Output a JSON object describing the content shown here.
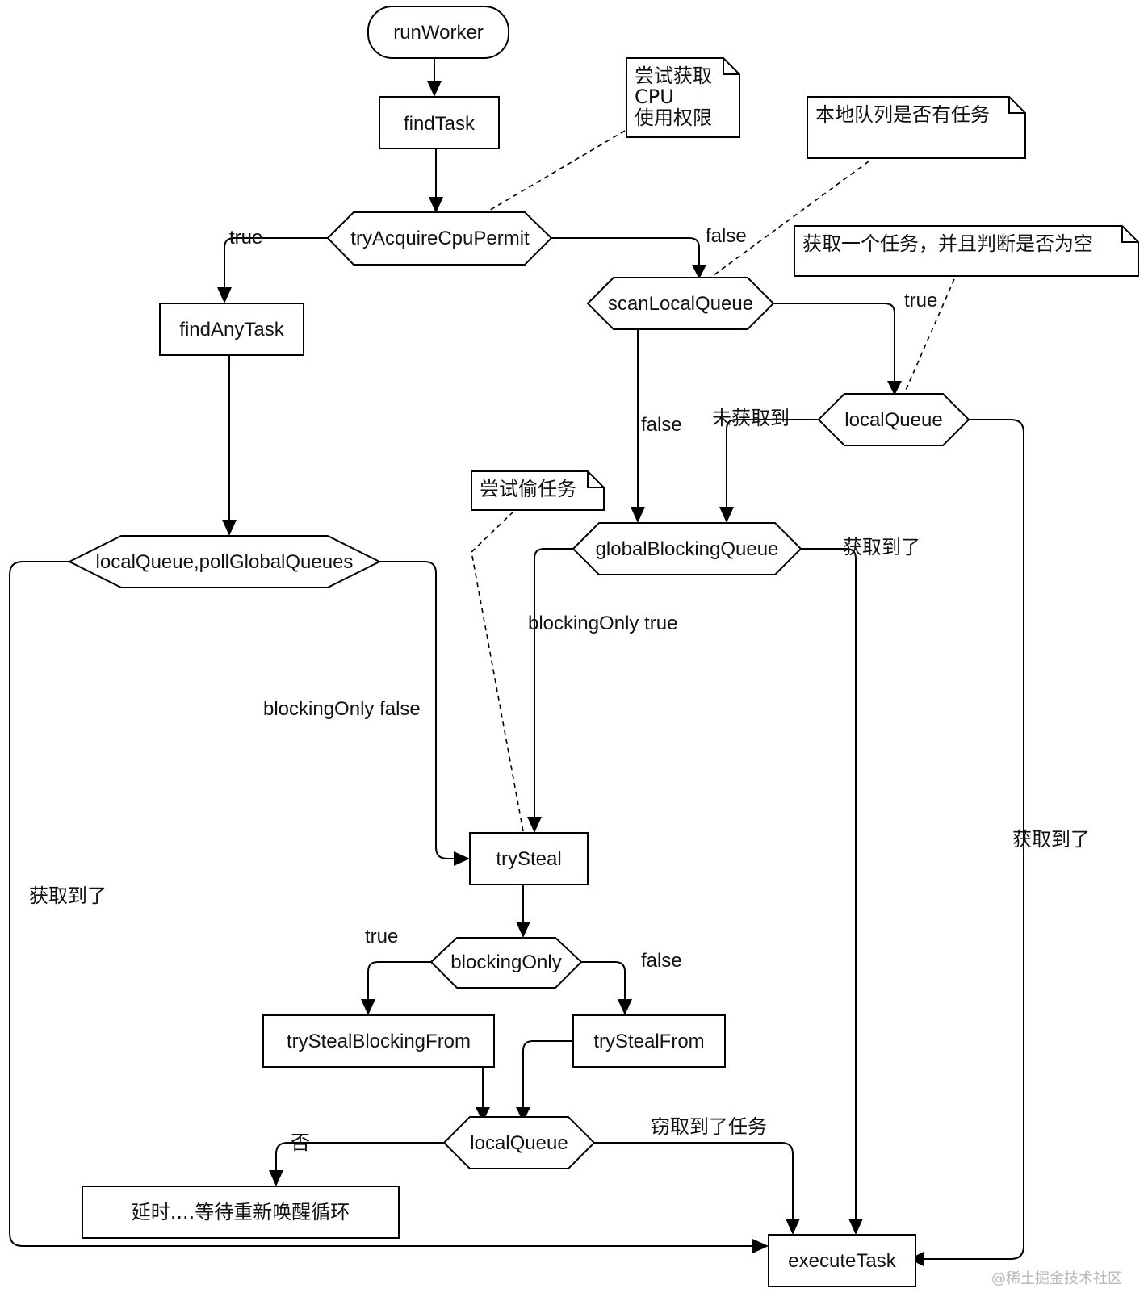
{
  "nodes": {
    "run_worker": "runWorker",
    "find_task": "findTask",
    "try_acquire_cpu_permit": "tryAcquireCpuPermit",
    "find_any_task": "findAnyTask",
    "scan_local_queue": "scanLocalQueue",
    "local_queue_right": "localQueue",
    "global_blocking_queue": "globalBlockingQueue",
    "local_queue_poll_global": "localQueue,pollGlobalQueues",
    "try_steal": "trySteal",
    "blocking_only": "blockingOnly",
    "try_steal_blocking_from": "tryStealBlockingFrom",
    "try_steal_from": "tryStealFrom",
    "local_queue_bottom": "localQueue",
    "delay_wait": "延时....等待重新唤醒循环",
    "execute_task": "executeTask"
  },
  "notes": {
    "cpu_permit": [
      "尝试获取",
      "CPU",
      "使用权限"
    ],
    "local_queue_has_task": "本地队列是否有任务",
    "get_task_check_empty": "获取一个任务，并且判断是否为空",
    "try_steal_task": "尝试偷任务"
  },
  "edge_labels": {
    "permit_true": "true",
    "permit_false": "false",
    "scan_true": "true",
    "scan_false": "false",
    "not_obtained": "未获取到",
    "global_obtained": "获取到了",
    "blocking_only_true": "blockingOnly true",
    "blocking_only_false": "blockingOnly false",
    "right_obtained": "获取到了",
    "left_obtained": "获取到了",
    "blocking_true": "true",
    "blocking_false": "false",
    "no": "否",
    "stolen_task": "窃取到了任务"
  },
  "watermark": "@稀土掘金技术社区"
}
